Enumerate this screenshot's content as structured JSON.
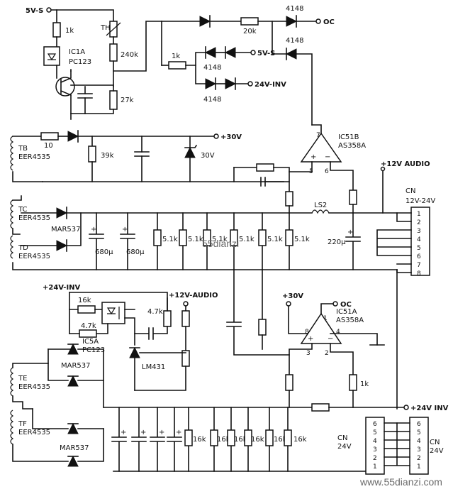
{
  "nets": {
    "v5s": "5V-S",
    "v5s_out": "5V-S",
    "oc": "OC",
    "oc2": "OC",
    "v24inv_out": "24V-INV",
    "v24inv_in": "+24V-INV",
    "v30": "+30V",
    "v30b": "+30V",
    "v12audio": "+12V AUDIO",
    "v12audio2": "+12V-AUDIO",
    "v24inv_right": "+24V INV"
  },
  "transformers": {
    "tb": "TB",
    "tb_part": "EER4535",
    "tc": "TC",
    "tc_part": "EER4535",
    "td": "TD",
    "td_part": "EER4535",
    "te": "TE",
    "te_part": "EER4535",
    "tf": "TF",
    "tf_part": "EER4535"
  },
  "components": {
    "r1k_top": "1k",
    "ic01a": "IC1A",
    "pc123_top": "PC123",
    "th": "TH",
    "r240k": "240k",
    "r27k": "27k",
    "r20k": "20k",
    "d4148_a": "4148",
    "d4148_b": "4148",
    "d4148_c": "4148",
    "d4148_d": "4148",
    "r1k_mid": "1k",
    "r10": "10",
    "r39k": "39k",
    "z30v": "30V",
    "ic51b": "IC51B",
    "as358a_top": "AS358A",
    "mar537_1": "MAR537",
    "c680u_1": "680μ",
    "c680u_2": "680μ",
    "r51k_1": "5.1k",
    "r51k_2": "5.1k",
    "r51k_3": "5.1k",
    "r51k_4": "5.1k",
    "r51k_5": "5.1k",
    "r51k_6": "5.1k",
    "c220u": "220μ",
    "ls2": "LS2",
    "r16k_a": "16k",
    "r47k_a": "4.7k",
    "r47k_b": "4.7k",
    "ic5a": "IC5A",
    "pc123_bot": "PC123",
    "lm431": "LM431",
    "ic51a": "IC51A",
    "as358a_bot": "AS358A",
    "r1k_bot": "1k",
    "mar537_2": "MAR537",
    "mar537_3": "MAR537",
    "r16k_1": "16k",
    "r16k_2": "16k",
    "r16k_3": "16k",
    "r16k_4": "16k",
    "r16k_5": "16k",
    "r16k_6": "16k"
  },
  "pins": {
    "op_top_7": "7",
    "op_top_plus": "+",
    "op_top_minus": "−",
    "op_top_5": "5",
    "op_top_6": "6",
    "op_bot_1": "1",
    "op_bot_8": "8",
    "op_bot_4": "4",
    "op_bot_3": "3",
    "op_bot_2": "2",
    "op_bot_plus": "+",
    "op_bot_minus": "−"
  },
  "connectors": {
    "cn_top": {
      "name": "CN",
      "type": "12V-24V",
      "pins": [
        "1",
        "2",
        "3",
        "4",
        "5",
        "6",
        "7",
        "8"
      ]
    },
    "cn_bot_left": {
      "name": "CN",
      "type": "24V",
      "pins": [
        "6",
        "5",
        "4",
        "3",
        "2",
        "1"
      ]
    },
    "cn_bot_right": {
      "name": "CN",
      "type": "24V",
      "pins": [
        "6",
        "5",
        "4",
        "3",
        "2",
        "1"
      ]
    }
  },
  "watermark": "www.55dianzi.com"
}
